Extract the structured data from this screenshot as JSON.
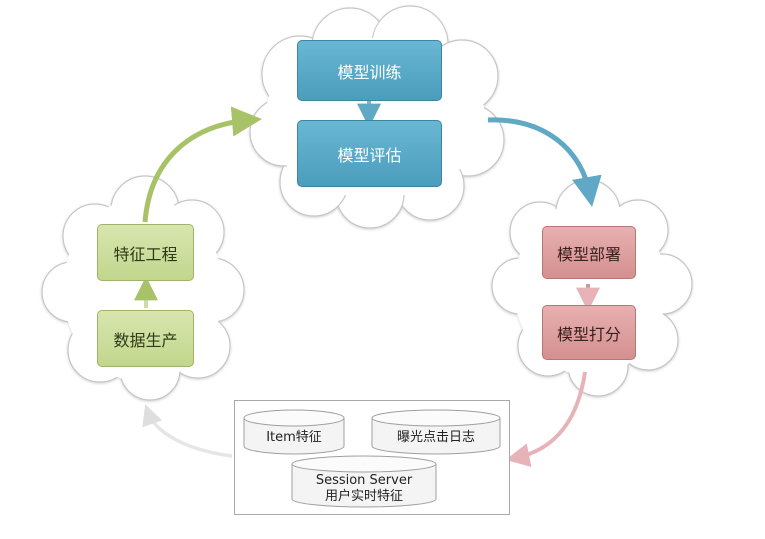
{
  "nodes": {
    "model_training": "模型训练",
    "model_evaluation": "模型评估",
    "model_deployment": "模型部署",
    "model_scoring": "模型打分",
    "feature_engineering": "特征工程",
    "data_production": "数据生产"
  },
  "storage": {
    "item_features": "Item特征",
    "exposure_click_log": "曝光点击日志",
    "session_server_title": "Session Server",
    "session_server_sub": "用户实时特征"
  },
  "colors": {
    "blue": "#4fa3c1",
    "pink": "#d99a9a",
    "green": "#c7d995",
    "arrow_green": "#a8c268",
    "arrow_blue": "#5fa9c6",
    "arrow_pink": "#e7b3b9"
  }
}
